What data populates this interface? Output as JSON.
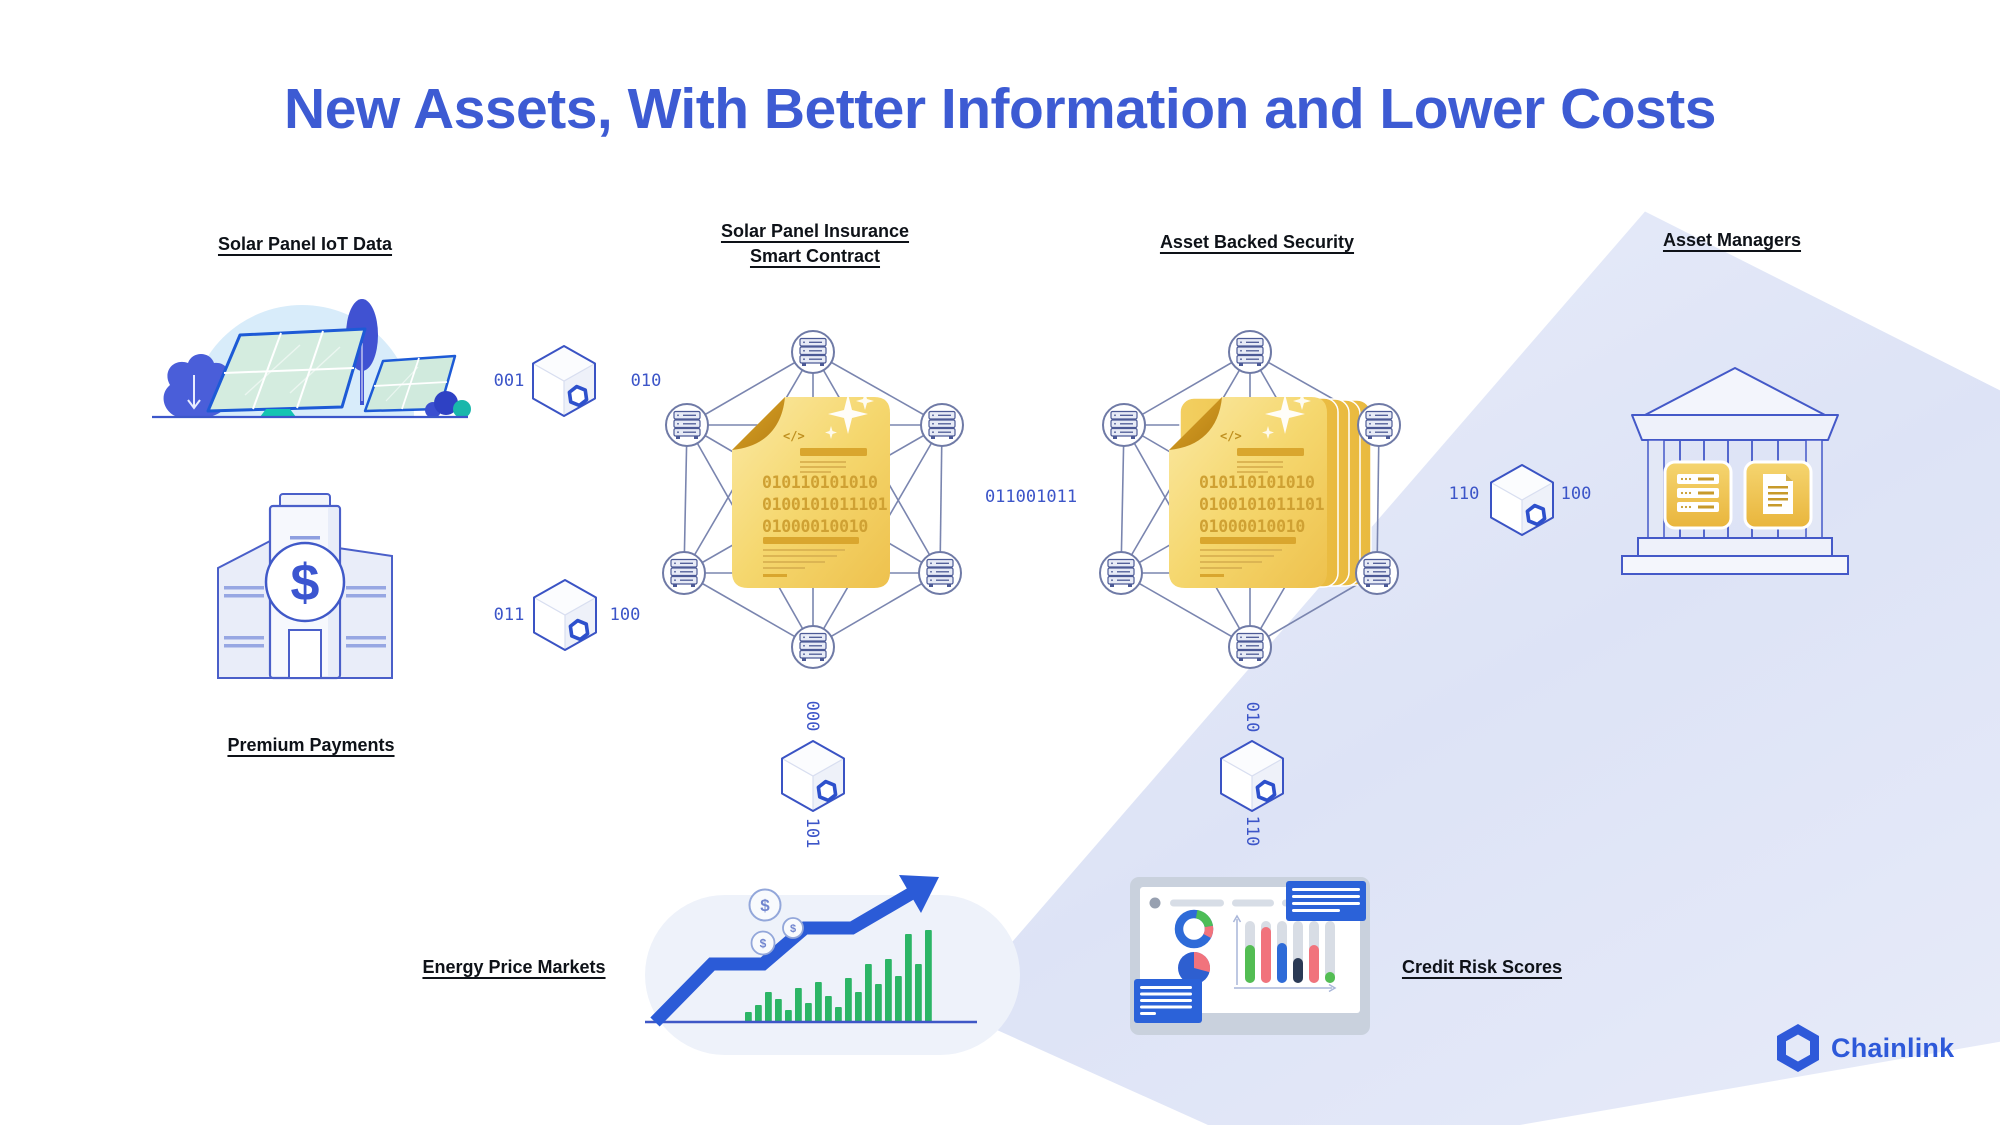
{
  "title": "New Assets, With Better Information and Lower Costs",
  "labels": {
    "solar_iot": "Solar Panel IoT Data",
    "insurance_line1": "Solar Panel Insurance",
    "insurance_line2": "Smart Contract",
    "abs": "Asset Backed Security",
    "asset_managers": "Asset Managers",
    "premium_payments": "Premium Payments",
    "energy_markets": "Energy Price Markets",
    "credit_risk": "Credit Risk Scores"
  },
  "binary": {
    "solar_cube_left": "001",
    "solar_cube_right": "010",
    "premium_cube_left": "011",
    "premium_cube_right": "100",
    "contract_to_abs": "011001011",
    "abs_cube_left": "110",
    "abs_cube_right": "100",
    "energy_cube_top": "000",
    "energy_cube_bottom": "101",
    "credit_cube_top": "010",
    "credit_cube_bottom": "110"
  },
  "contract_doc": {
    "code_symbol": "</>",
    "binary_lines": [
      "010110101010",
      "0100101011101",
      "01000010010"
    ]
  },
  "symbols": {
    "dollar": "$"
  },
  "brand": {
    "name": "Chainlink"
  },
  "energy_chart": {
    "bar_color": "#2cb566",
    "bar_heights": [
      10,
      17,
      30,
      23,
      12,
      34,
      19,
      40,
      26,
      15,
      44,
      30,
      58,
      38,
      63,
      46,
      88,
      58,
      92
    ]
  },
  "dashboard_chart": {
    "track_color": "#d8dde5",
    "bars": [
      {
        "h": 38,
        "color": "#53bd53"
      },
      {
        "h": 56,
        "color": "#f1737c"
      },
      {
        "h": 40,
        "color": "#2e6bd8"
      },
      {
        "h": 25,
        "color": "#2b3a55"
      },
      {
        "h": 38,
        "color": "#f1737c"
      },
      {
        "h": 11,
        "color": "#53bd53"
      }
    ]
  },
  "colors": {
    "title": "#3d5bd3",
    "binary_text": "#3c55c8",
    "accent_blue": "#2e59d9",
    "contract_gold": "#f0c652",
    "bar_green": "#2cb566"
  }
}
